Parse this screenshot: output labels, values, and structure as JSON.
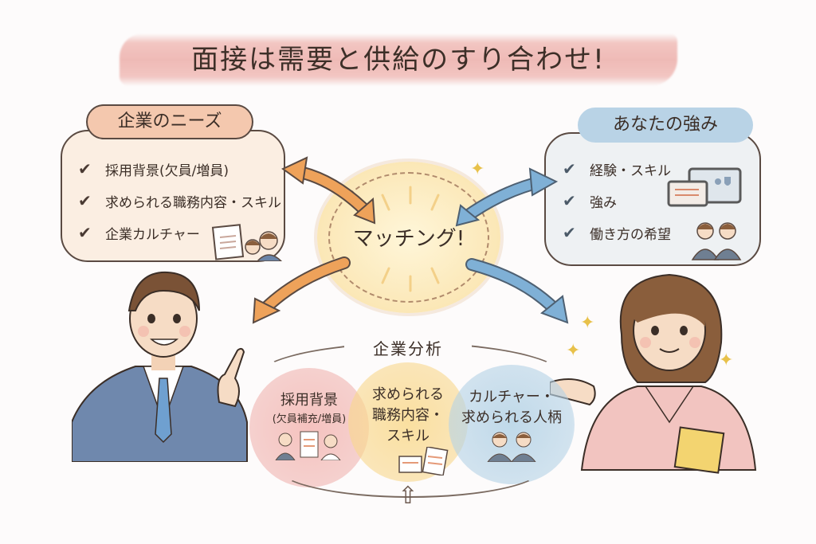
{
  "title": "面接は需要と供給のすり合わせ!",
  "company_needs": {
    "label": "企業のニーズ",
    "items": [
      "採用背景(欠員/増員)",
      "求められる職務内容・スキル",
      "企業カルチャー"
    ]
  },
  "your_strengths": {
    "label": "あなたの強み",
    "items": [
      "経験・スキル",
      "強み",
      "働き方の希望"
    ]
  },
  "center": {
    "label": "マッチング!"
  },
  "analysis": {
    "label": "企業分析",
    "bubbles": [
      {
        "main": "採用背景",
        "sub": "(欠員補充/増員)"
      },
      {
        "main": "求められる職務内容・スキル",
        "line1": "求められる",
        "line2": "職務内容・",
        "line3": "スキル"
      },
      {
        "main": "カルチャー・求められる人柄",
        "line1": "カルチャー・",
        "line2": "求められる人柄"
      }
    ]
  },
  "icons": {
    "check": "✔",
    "sparkle": "✦",
    "up_arrow": "⇧"
  },
  "colors": {
    "title_band": "#ebaaa5",
    "left_panel": "#fbeee2",
    "left_pill": "#f4c8ae",
    "right_panel": "#eef1f3",
    "right_pill": "#b9d3e6",
    "orange_arrow": "#eea25a",
    "blue_arrow": "#7fb0d6",
    "match_fill": "#fbe7b6",
    "bubble_pink": "#f4bcb8",
    "bubble_yellow": "#fadc96",
    "bubble_blue": "#bcd7e8",
    "sparkle": "#e8c14a"
  }
}
